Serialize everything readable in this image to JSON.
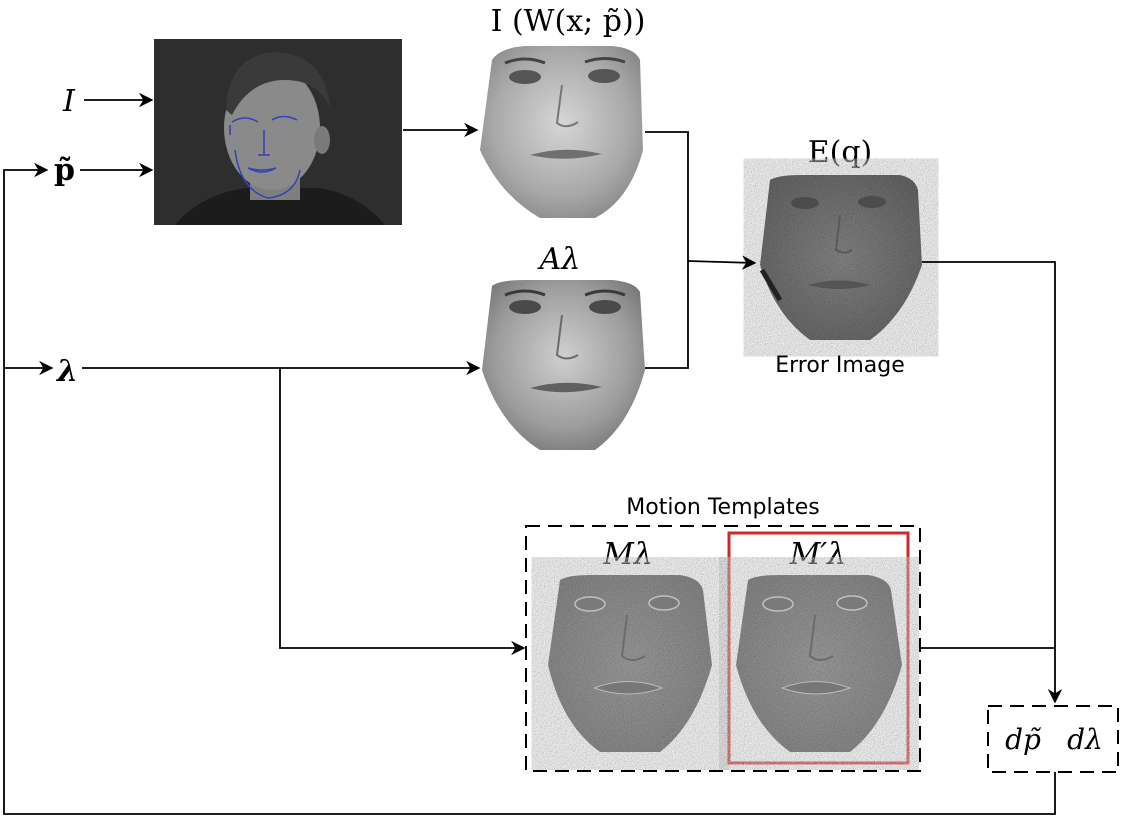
{
  "inputs": {
    "image": "I",
    "pose": "p̃",
    "lambda": "λ"
  },
  "labels": {
    "warped": "I (W(x; p̃))",
    "appearance": "Aλ",
    "error": "E(q)",
    "error_caption": "Error Image",
    "motion_title": "Motion Templates",
    "motion_m": "Mλ",
    "motion_m_prime": "M′λ",
    "output_dp": "dp̃",
    "output_dl": "dλ"
  },
  "colors": {
    "highlight": "#cc2a2a",
    "fitting_lines": "#3342b8",
    "photo_bg": "#2e2e2e"
  }
}
